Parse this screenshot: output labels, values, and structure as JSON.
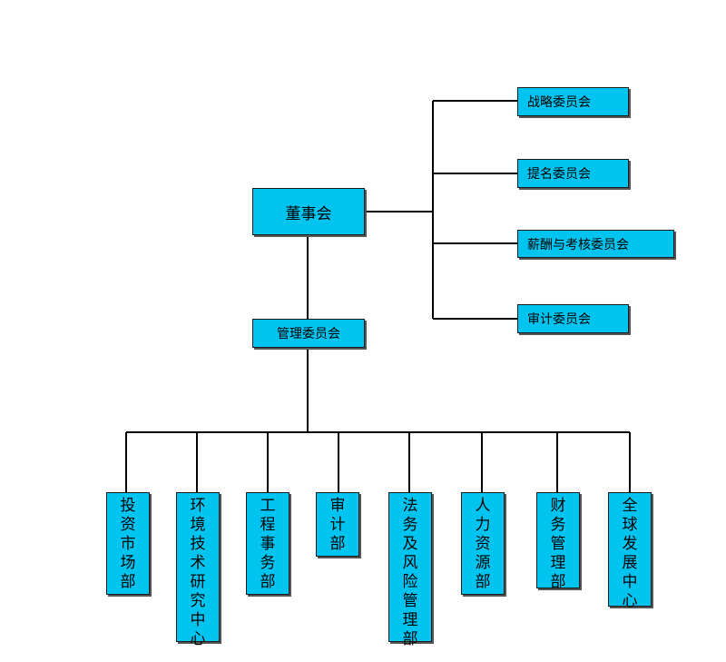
{
  "board": "董事会",
  "management": "管理委员会",
  "committees": [
    "战略委员会",
    "提名委员会",
    "薪酬与考核委员会",
    "审计委员会"
  ],
  "departments": [
    "投资市场部",
    "环境技术研究中心",
    "工程事务部",
    "审计部",
    "法务及风险管理部",
    "人力资源部",
    "财务管理部",
    "全球发展中心"
  ],
  "colors": {
    "box_fill": "#00c4f0",
    "line": "#000000"
  }
}
